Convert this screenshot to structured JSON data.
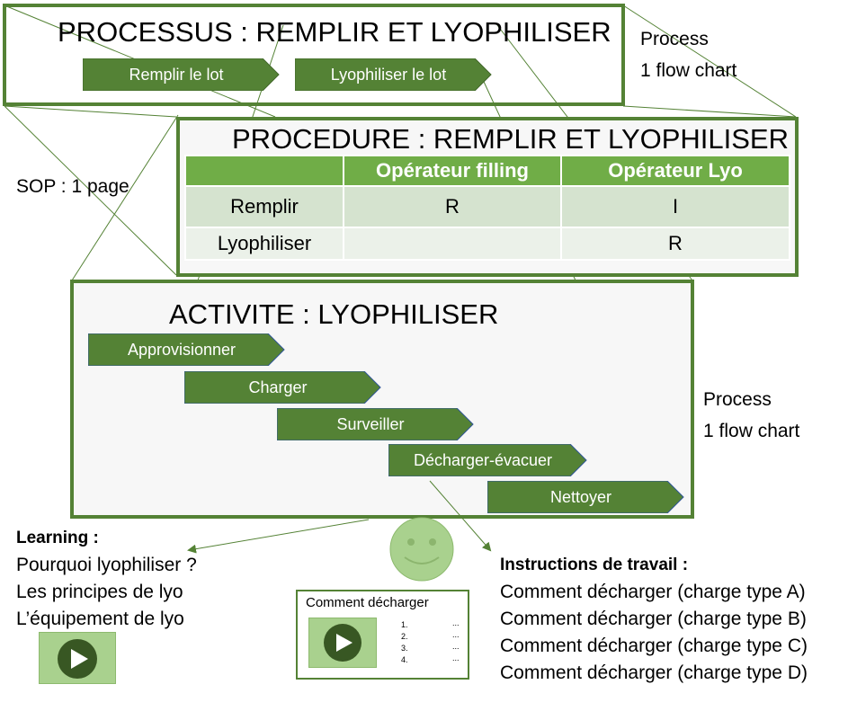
{
  "processus": {
    "title": "PROCESSUS : REMPLIR ET LYOPHILISER",
    "steps": [
      "Remplir le lot",
      "Lyophiliser le lot"
    ],
    "side_note": [
      "Process",
      "1 flow chart"
    ]
  },
  "procedure": {
    "title": "PROCEDURE : REMPLIR ET LYOPHILISER",
    "columns": [
      "",
      "Opérateur filling",
      "Opérateur Lyo"
    ],
    "rows": [
      [
        "Remplir",
        "R",
        "I"
      ],
      [
        "Lyophiliser",
        "",
        "R"
      ]
    ],
    "side_note": "SOP : 1 page"
  },
  "activite": {
    "title": "ACTIVITE : LYOPHILISER",
    "steps": [
      "Approvisionner",
      "Charger",
      "Surveiller",
      "Décharger-évacuer",
      "Nettoyer"
    ],
    "side_note": [
      "Process",
      "1 flow chart"
    ]
  },
  "learning": {
    "heading": "Learning :",
    "items": [
      "Pourquoi lyophiliser ?",
      "Les principes de lyo",
      "L’équipement de lyo"
    ]
  },
  "doc_card": {
    "title": "Comment décharger",
    "list": [
      "1.",
      "2.",
      "3.",
      "4."
    ],
    "dots": "..."
  },
  "instructions": {
    "heading": "Instructions de travail :",
    "items": [
      "Comment décharger (charge type A)",
      "Comment décharger (charge type B)",
      "Comment décharger (charge type C)",
      "Comment décharger (charge type D)"
    ]
  },
  "colors": {
    "frame": "#548235",
    "chevron": "#548235",
    "header": "#70ad47",
    "video": "#a9d18e",
    "smiley": "#a9d18e"
  },
  "icons": [
    "play-icon",
    "smiley-icon"
  ]
}
